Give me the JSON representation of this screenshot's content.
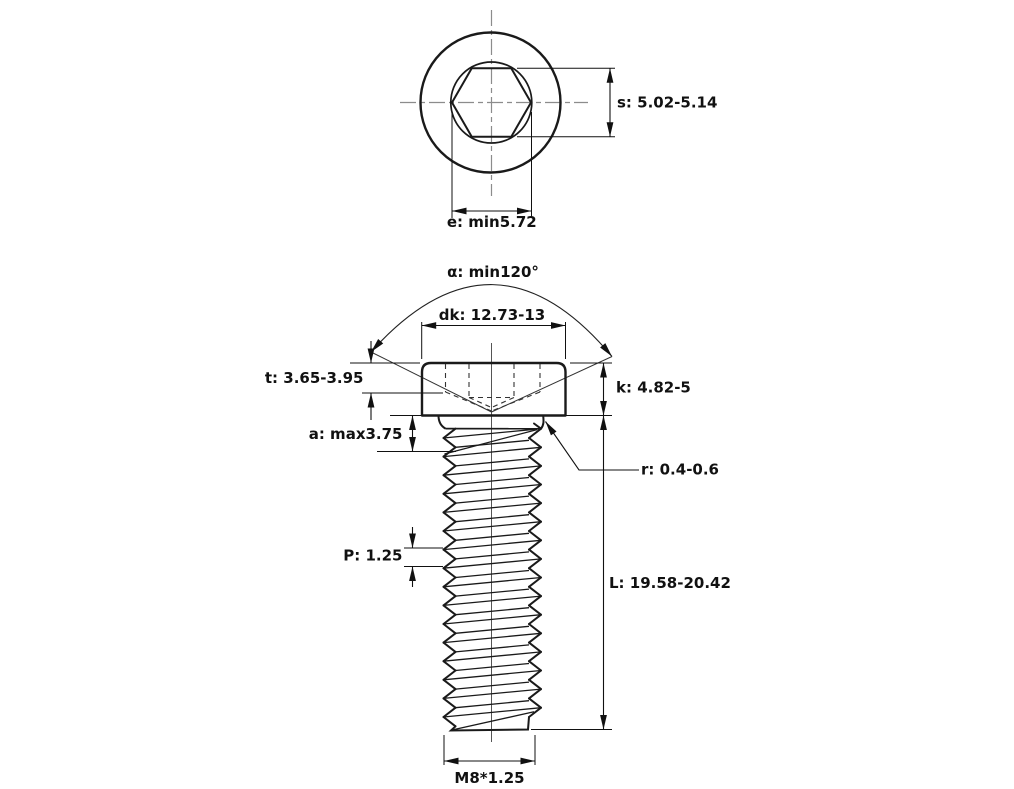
{
  "drawing": {
    "subject": "socket head cap screw technical drawing",
    "views": {
      "top": "head top view with hex socket",
      "side": "side elevation with threads"
    }
  },
  "dimensions": {
    "s": "s: 5.02-5.14",
    "e": "e: min5.72",
    "alpha": "α: min120°",
    "dk": "dk: 12.73-13",
    "t": "t: 3.65-3.95",
    "k": "k: 4.82-5",
    "a": "a: max3.75",
    "r": "r: 0.4-0.6",
    "P": "P: 1.25",
    "L": "L: 19.58-20.42",
    "thread": "M8*1.25"
  },
  "colors": {
    "line": "#1a1a1a",
    "dimension_line": "#111111",
    "centerline": "#8c8c8c",
    "background": "#ffffff"
  }
}
